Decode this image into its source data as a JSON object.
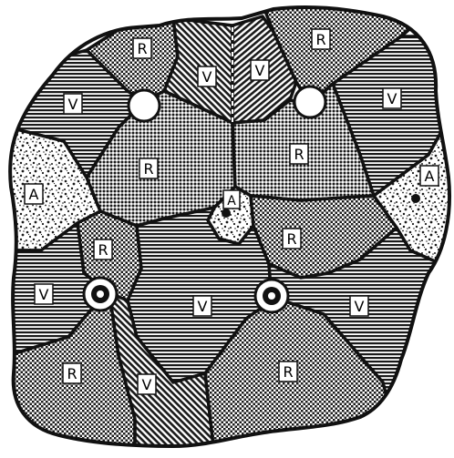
{
  "legend_codes": {
    "R": "R",
    "V": "V",
    "A": "A"
  },
  "regions": [
    {
      "id": "top-center-left",
      "code": "V"
    },
    {
      "id": "top-center-right",
      "code": "V"
    },
    {
      "id": "top-left",
      "code": "R"
    },
    {
      "id": "top-right",
      "code": "R"
    },
    {
      "id": "upper-left",
      "code": "V"
    },
    {
      "id": "upper-right",
      "code": "V"
    },
    {
      "id": "center-left",
      "code": "R"
    },
    {
      "id": "center-right",
      "code": "R"
    },
    {
      "id": "left-edge",
      "code": "A"
    },
    {
      "id": "right-edge",
      "code": "A"
    },
    {
      "id": "center-small",
      "code": "A"
    },
    {
      "id": "mid-right",
      "code": "R"
    },
    {
      "id": "mid-left-small",
      "code": "R"
    },
    {
      "id": "lower-left",
      "code": "V"
    },
    {
      "id": "lower-center",
      "code": "V"
    },
    {
      "id": "lower-right",
      "code": "V"
    },
    {
      "id": "bottom-left",
      "code": "R"
    },
    {
      "id": "bottom-left-center",
      "code": "V"
    },
    {
      "id": "bottom-right",
      "code": "R"
    }
  ],
  "colors": {
    "outline": "#111111",
    "background": "#ffffff",
    "V": "#7a7a7a",
    "R": "#9a9a9a",
    "A": "#d9d9d9"
  },
  "markers": [
    {
      "name": "hollow-node-top-left",
      "kind": "hollow"
    },
    {
      "name": "hollow-node-top-right",
      "kind": "hollow"
    },
    {
      "name": "bullseye-node-bottom-left",
      "kind": "bullseye"
    },
    {
      "name": "bullseye-node-bottom-right",
      "kind": "bullseye"
    },
    {
      "name": "solid-dot-center",
      "kind": "dot"
    },
    {
      "name": "solid-dot-right",
      "kind": "dot"
    }
  ]
}
